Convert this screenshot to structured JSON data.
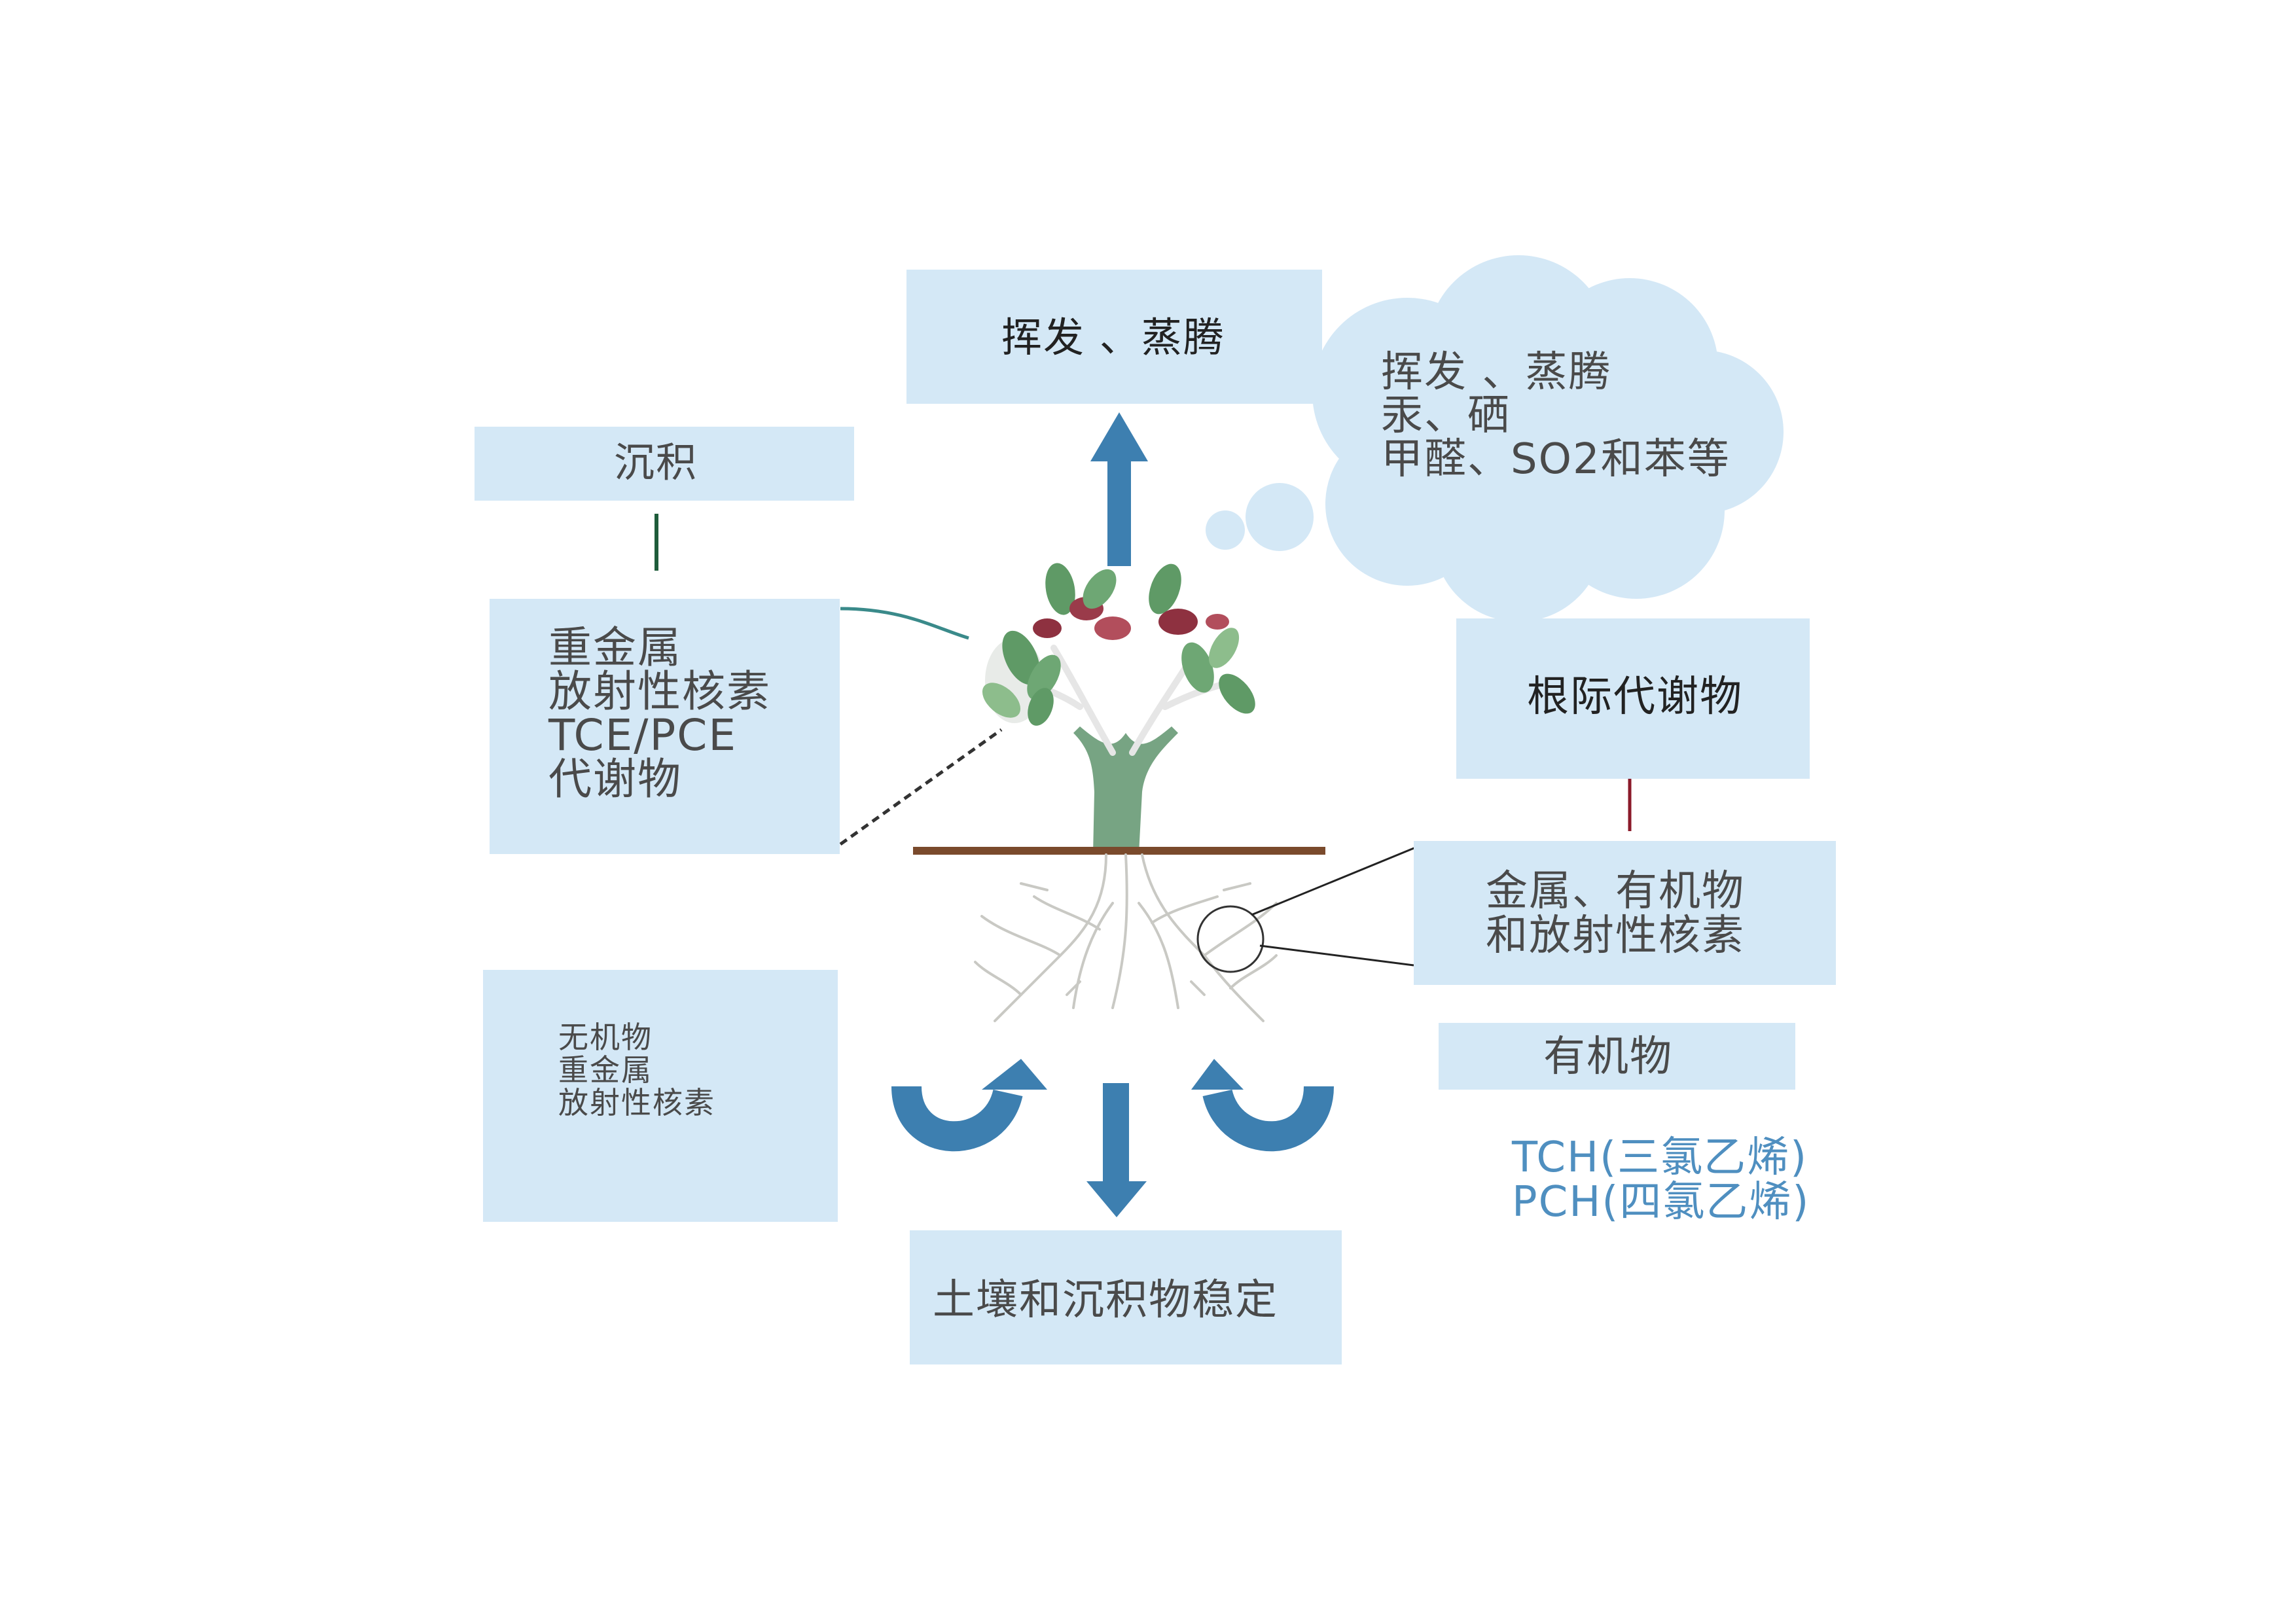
{
  "top_box": {
    "text": "挥发 、蒸腾"
  },
  "cloud": {
    "lines": [
      "挥发 、蒸腾",
      "汞、硒",
      "甲醛、SO2和苯等"
    ]
  },
  "left_top": {
    "label": "沉积"
  },
  "left_mid": {
    "lines": [
      "重金属",
      "放射性核素",
      "TCE/PCE",
      "代谢物"
    ]
  },
  "left_bottom": {
    "lines": [
      "无机物",
      "重金属",
      "放射性核素"
    ]
  },
  "right_top": {
    "label": "根际代谢物"
  },
  "right_mid": {
    "lines": [
      "金属、有机物",
      "和放射性核素"
    ]
  },
  "right_low": {
    "label": "有机物"
  },
  "right_blue": {
    "lines": [
      "TCH(三氯乙烯)",
      "PCH(四氯乙烯)"
    ]
  },
  "bottom_box": {
    "text": "土壤和沉积物稳定"
  },
  "colors": {
    "box_fill": "#d4e8f6",
    "arrow_blue": "#3d7fb0",
    "text_gray": "#3d3d3d",
    "blue_text": "#4f8fc0"
  }
}
